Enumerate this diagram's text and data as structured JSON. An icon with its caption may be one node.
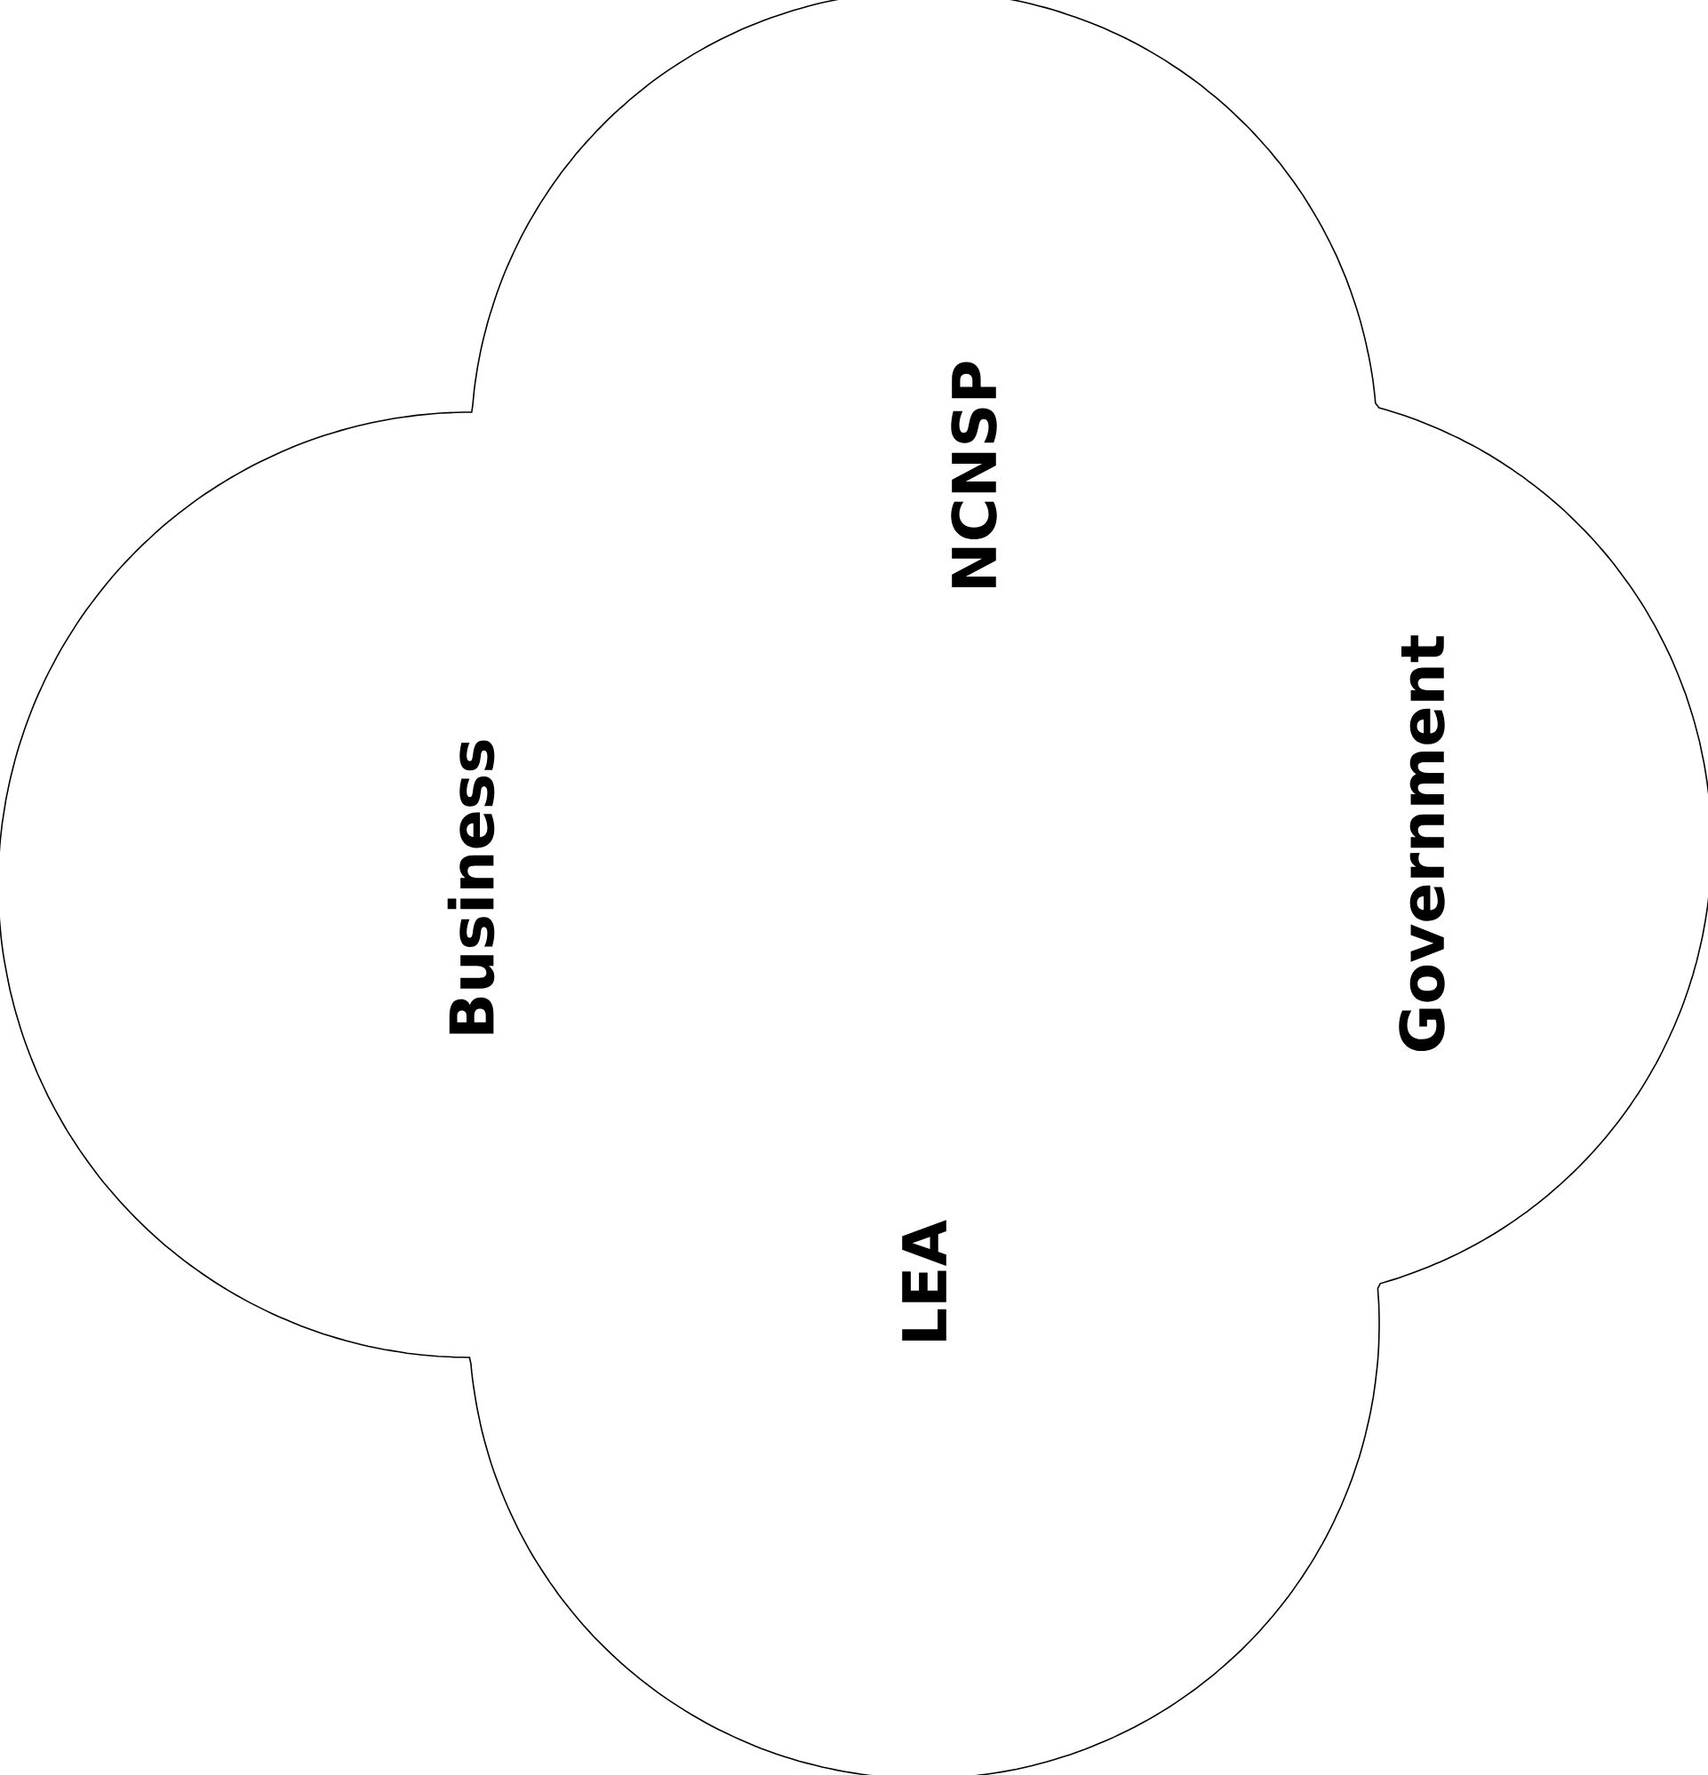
{
  "diagram": {
    "nodes": [
      {
        "text": [
          "NCNSP",
          "Government",
          "Business",
          "LEA"
        ]
      }
    ]
  }
}
